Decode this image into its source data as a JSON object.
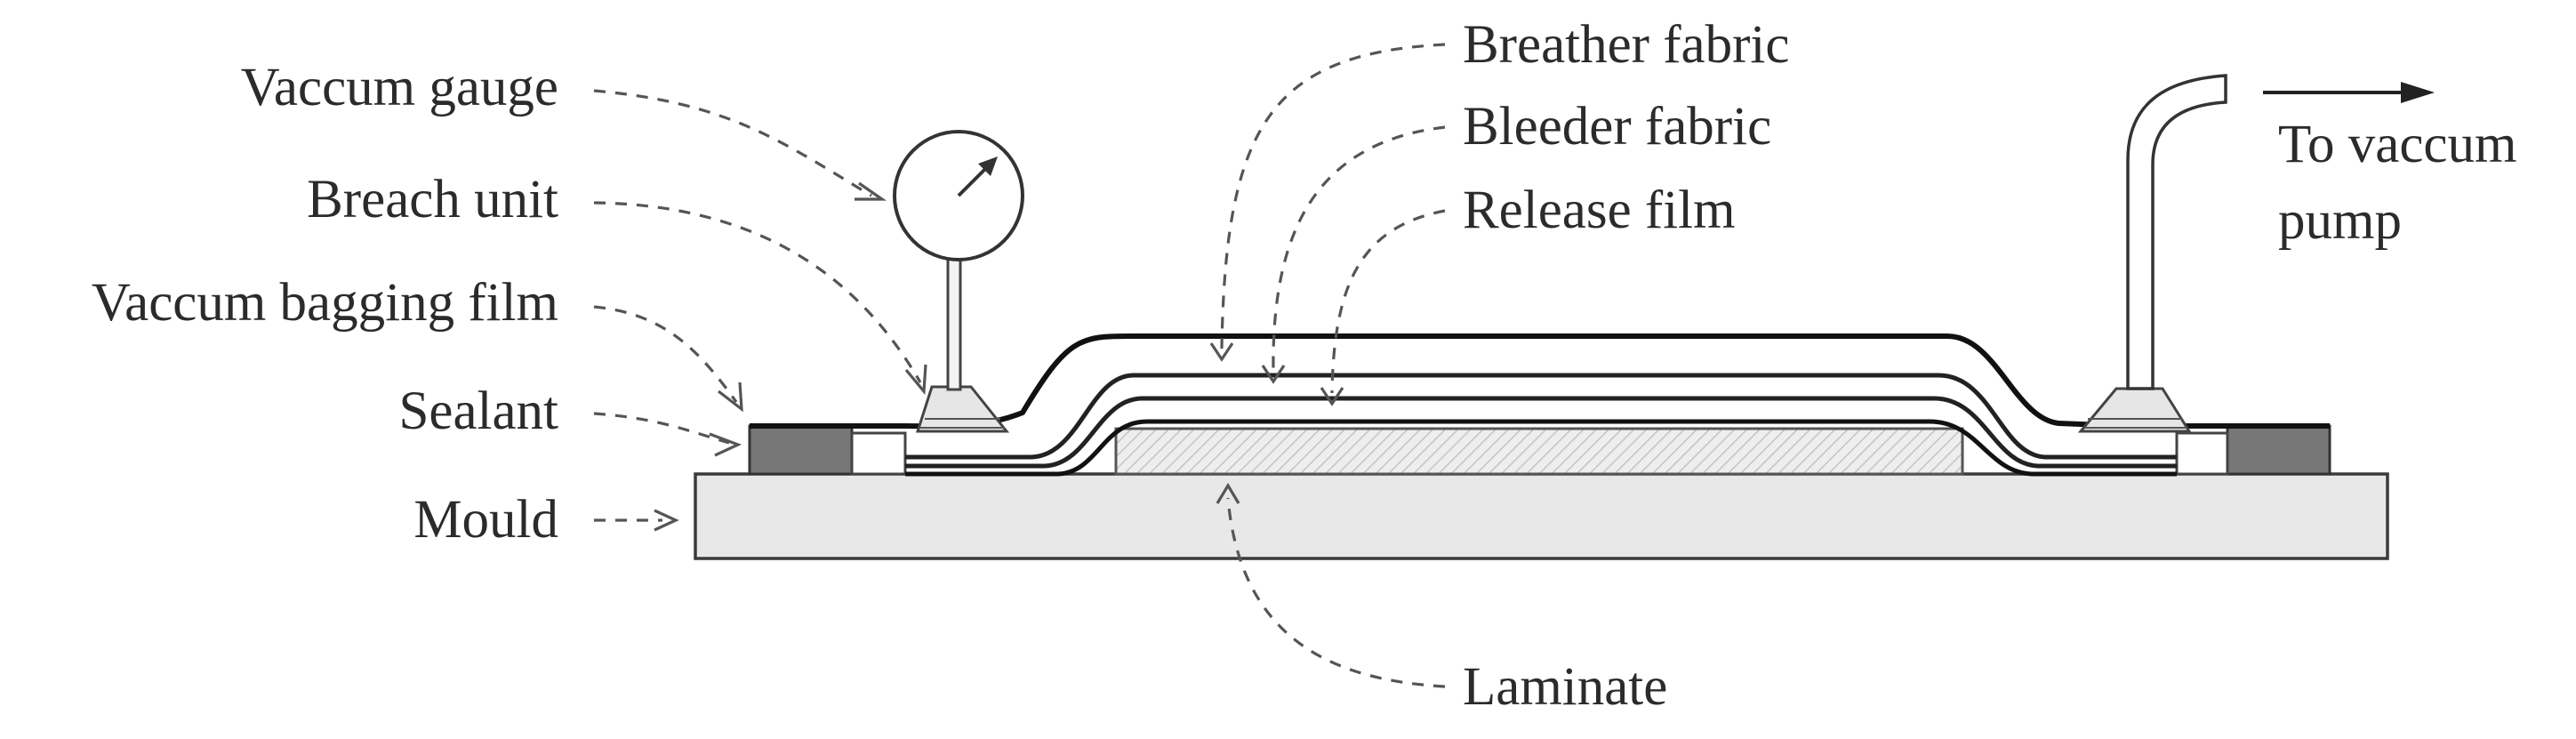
{
  "labels": {
    "vacuum_gauge": "Vaccum gauge",
    "breach_unit": "Breach unit",
    "vacuum_bagging_film": "Vaccum bagging film",
    "sealant": "Sealant",
    "mould": "Mould",
    "breather_fabric": "Breather fabric",
    "bleeder_fabric": "Bleeder fabric",
    "release_film": "Release film",
    "laminate": "Laminate",
    "to_pump_line1": "To vaccum",
    "to_pump_line2": "pump"
  },
  "colors": {
    "mould_fill": "#e8e8e8",
    "sealant_fill": "#777777",
    "bag_line": "#111111",
    "ink": "#2b2b2b"
  }
}
